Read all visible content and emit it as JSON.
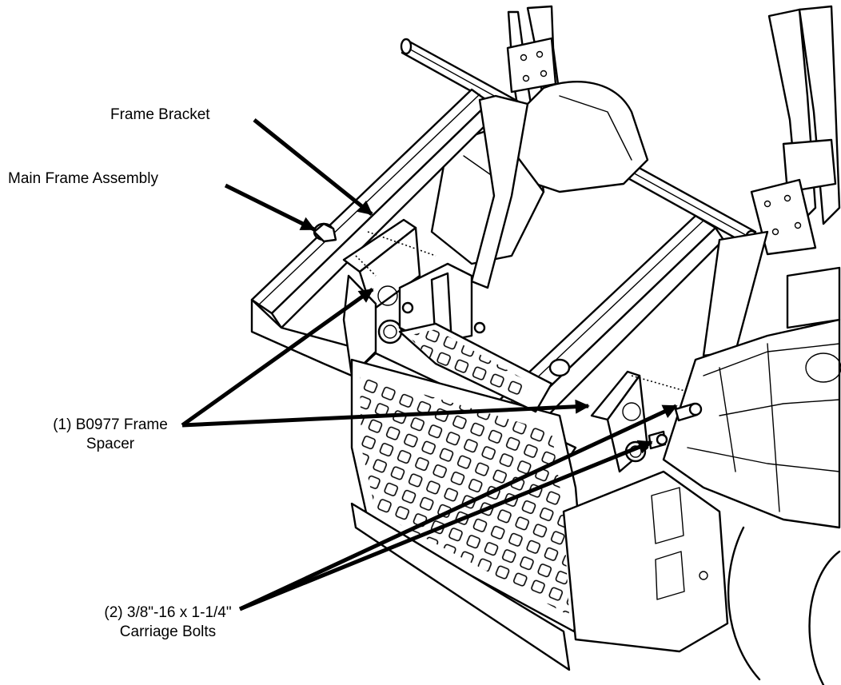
{
  "labels": {
    "frame_bracket": "Frame Bracket",
    "main_frame_assembly": "Main Frame Assembly",
    "frame_spacer_line1": "(1) B0977 Frame",
    "frame_spacer_line2": "Spacer",
    "carriage_bolts_line1": "(2) 3/8\"-16 x 1-1/4\"",
    "carriage_bolts_line2": "Carriage Bolts"
  },
  "colors": {
    "line": "#000000",
    "background": "#ffffff"
  }
}
